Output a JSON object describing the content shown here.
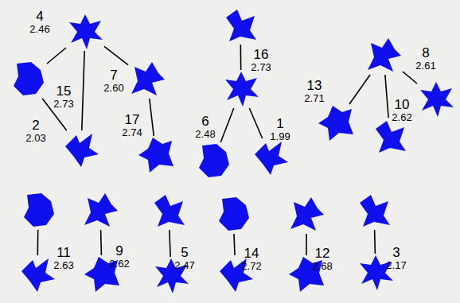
{
  "diagram": {
    "nodes": [
      {
        "text": []
      },
      {
        "text": []
      },
      {
        "text": []
      },
      {
        "text": []
      },
      {
        "text": []
      },
      {
        "text": []
      },
      {
        "text": []
      },
      {
        "text": []
      },
      {
        "text": []
      },
      {
        "text": []
      },
      {
        "text": []
      },
      {
        "text": []
      },
      {
        "text": []
      },
      {
        "text": []
      },
      {
        "text": []
      },
      {
        "text": []
      },
      {
        "text": []
      },
      {
        "text": []
      },
      {
        "text": []
      },
      {
        "text": []
      },
      {
        "text": []
      },
      {
        "text": []
      },
      {
        "text": []
      },
      {
        "text": []
      },
      {
        "text": []
      }
    ],
    "edges": [
      {
        "from": 0,
        "to": 1,
        "arrow": "none",
        "label": "4 2.46"
      },
      {
        "from": 0,
        "to": 2,
        "arrow": "none",
        "label": "15 2.73"
      },
      {
        "from": 1,
        "to": 2,
        "arrow": "none",
        "label": "2 2.03"
      },
      {
        "from": 0,
        "to": 3,
        "arrow": "none",
        "label": "7 2.60"
      },
      {
        "from": 3,
        "to": 4,
        "arrow": "none",
        "label": "17 2.74"
      },
      {
        "from": 5,
        "to": 6,
        "arrow": "none",
        "label": "16 2.73"
      },
      {
        "from": 6,
        "to": 7,
        "arrow": "none",
        "label": "6 2.48"
      },
      {
        "from": 6,
        "to": 8,
        "arrow": "none",
        "label": "1 1.99"
      },
      {
        "from": 9,
        "to": 10,
        "arrow": "none",
        "label": "13 2.71"
      },
      {
        "from": 9,
        "to": 11,
        "arrow": "none",
        "label": "10 2.62"
      },
      {
        "from": 9,
        "to": 12,
        "arrow": "none",
        "label": "8 2.61"
      },
      {
        "from": 13,
        "to": 14,
        "arrow": "none",
        "label": "11 2.63"
      },
      {
        "from": 15,
        "to": 16,
        "arrow": "none",
        "label": "9 2.62"
      },
      {
        "from": 17,
        "to": 18,
        "arrow": "none",
        "label": "5 2.47"
      },
      {
        "from": 19,
        "to": 20,
        "arrow": "none",
        "label": "14 2.72"
      },
      {
        "from": 21,
        "to": 22,
        "arrow": "none",
        "label": "12 2.68"
      },
      {
        "from": 23,
        "to": 24,
        "arrow": "none",
        "label": "3 2.17"
      }
    ]
  }
}
